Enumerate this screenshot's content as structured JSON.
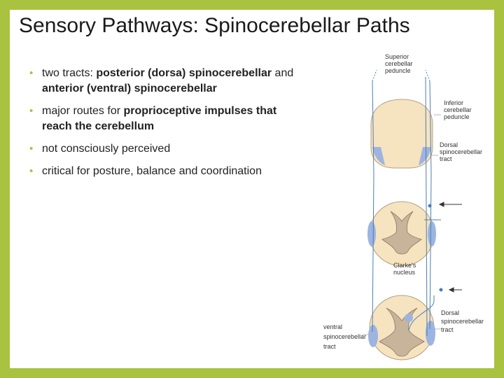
{
  "slide": {
    "title": "Sensory Pathways: Spinocerebellar Paths",
    "bullets": [
      {
        "segments": [
          {
            "text": "two tracts: ",
            "bold": false
          },
          {
            "text": "posterior (dorsa) spinocerebellar",
            "bold": true
          },
          {
            "text": " and ",
            "bold": false
          },
          {
            "text": "anterior (ventral) spinocerebellar",
            "bold": true
          }
        ]
      },
      {
        "segments": [
          {
            "text": "major routes for ",
            "bold": false
          },
          {
            "text": "proprioceptive impulses that reach the cerebellum",
            "bold": true
          }
        ]
      },
      {
        "segments": [
          {
            "text": "not consciously perceived",
            "bold": false
          }
        ]
      },
      {
        "segments": [
          {
            "text": "critical for posture, balance and coordination",
            "bold": false
          }
        ]
      }
    ]
  },
  "diagram": {
    "labels": {
      "superior_1": "Superior",
      "superior_2": "cerebellar",
      "superior_3": "peduncle",
      "inferior_1": "Inferior",
      "inferior_2": "cerebellar",
      "inferior_3": "peduncle",
      "dorsal_1": "Dorsal",
      "dorsal_2": "spinocerebellar",
      "dorsal_3": "tract",
      "clarke_1": "Clarke's",
      "clarke_2": "nucleus",
      "ventral_1": "ventral",
      "ventral_2": "spinocerebellar",
      "ventral_3": "tract",
      "dorsal2_1": "Dorsal",
      "dorsal2_2": "spinocerebellar",
      "dorsal2_3": "tract"
    }
  },
  "colors": {
    "border": "#a9c23f",
    "bullet": "#a9c23f",
    "tissue": "#f6e3bf",
    "gray_matter": "#c8b49a",
    "tract": "#9db4e0",
    "fiber": "#4a7fb5"
  }
}
